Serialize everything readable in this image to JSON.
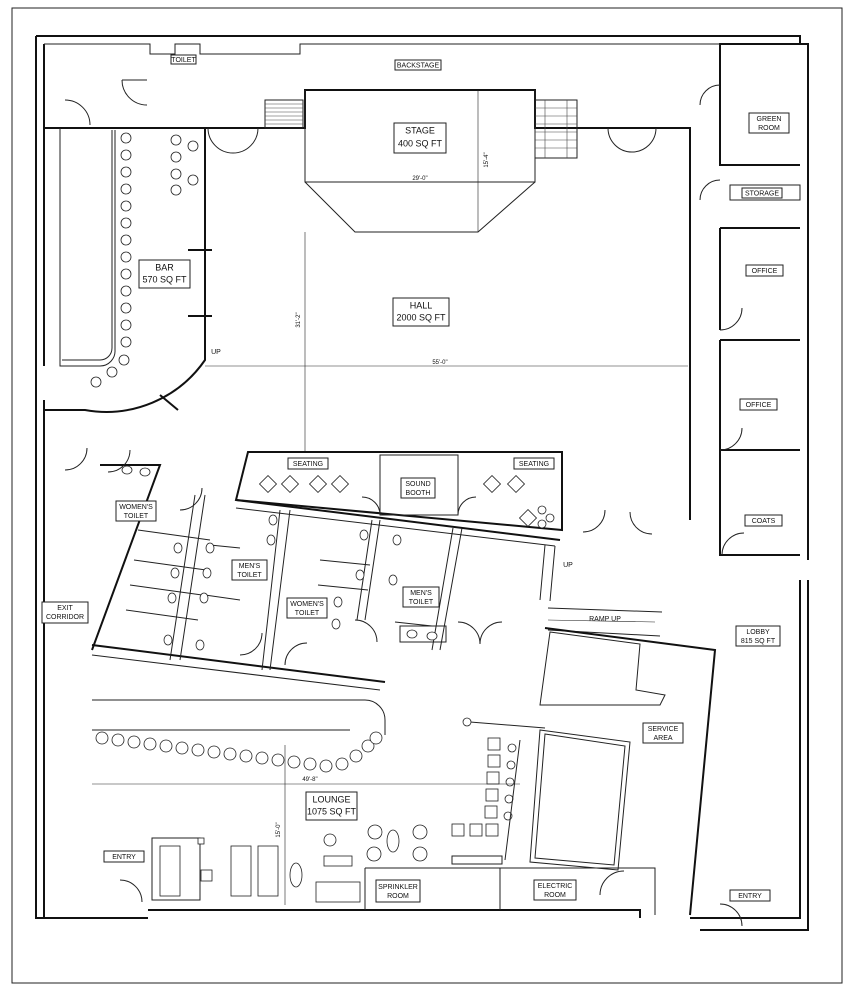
{
  "rooms": {
    "toilet_top": "TOILET",
    "backstage": "BACKSTAGE",
    "stage_name": "STAGE",
    "stage_area": "400 SQ FT",
    "bar_name": "BAR",
    "bar_area": "570 SQ FT",
    "hall_name": "HALL",
    "hall_area": "2000 SQ FT",
    "green_room_1": "GREEN",
    "green_room_2": "ROOM",
    "storage": "STORAGE",
    "office_1": "OFFICE",
    "office_2": "OFFICE",
    "coats": "COATS",
    "seating_left": "SEATING",
    "seating_right": "SEATING",
    "sound_booth_1": "SOUND",
    "sound_booth_2": "BOOTH",
    "womens_toilet_a_1": "WOMEN'S",
    "womens_toilet_a_2": "TOILET",
    "mens_toilet_a_1": "MEN'S",
    "mens_toilet_a_2": "TOILET",
    "womens_toilet_b_1": "WOMEN'S",
    "womens_toilet_b_2": "TOILET",
    "mens_toilet_b_1": "MEN'S",
    "mens_toilet_b_2": "TOILET",
    "exit_corridor_1": "EXIT",
    "exit_corridor_2": "CORRIDOR",
    "ramp_up": "RAMP UP",
    "lobby_name": "LOBBY",
    "lobby_area": "815 SQ FT",
    "service_area_1": "SERVICE",
    "service_area_2": "AREA",
    "lounge_name": "LOUNGE",
    "lounge_area": "1075 SQ FT",
    "entry_left": "ENTRY",
    "entry_right": "ENTRY",
    "sprinkler_room_1": "SPRINKLER",
    "sprinkler_room_2": "ROOM",
    "electric_room_1": "ELECTRIC",
    "electric_room_2": "ROOM"
  },
  "notes": {
    "up_bar": "UP",
    "up_ramp": "UP"
  },
  "dimensions": {
    "stage_width": "29'-0\"",
    "stage_depth": "15'-4\"",
    "hall_width": "55'-0\"",
    "hall_depth": "31'-2\"",
    "lounge_width": "49'-8\"",
    "lounge_depth": "15'-0\""
  }
}
